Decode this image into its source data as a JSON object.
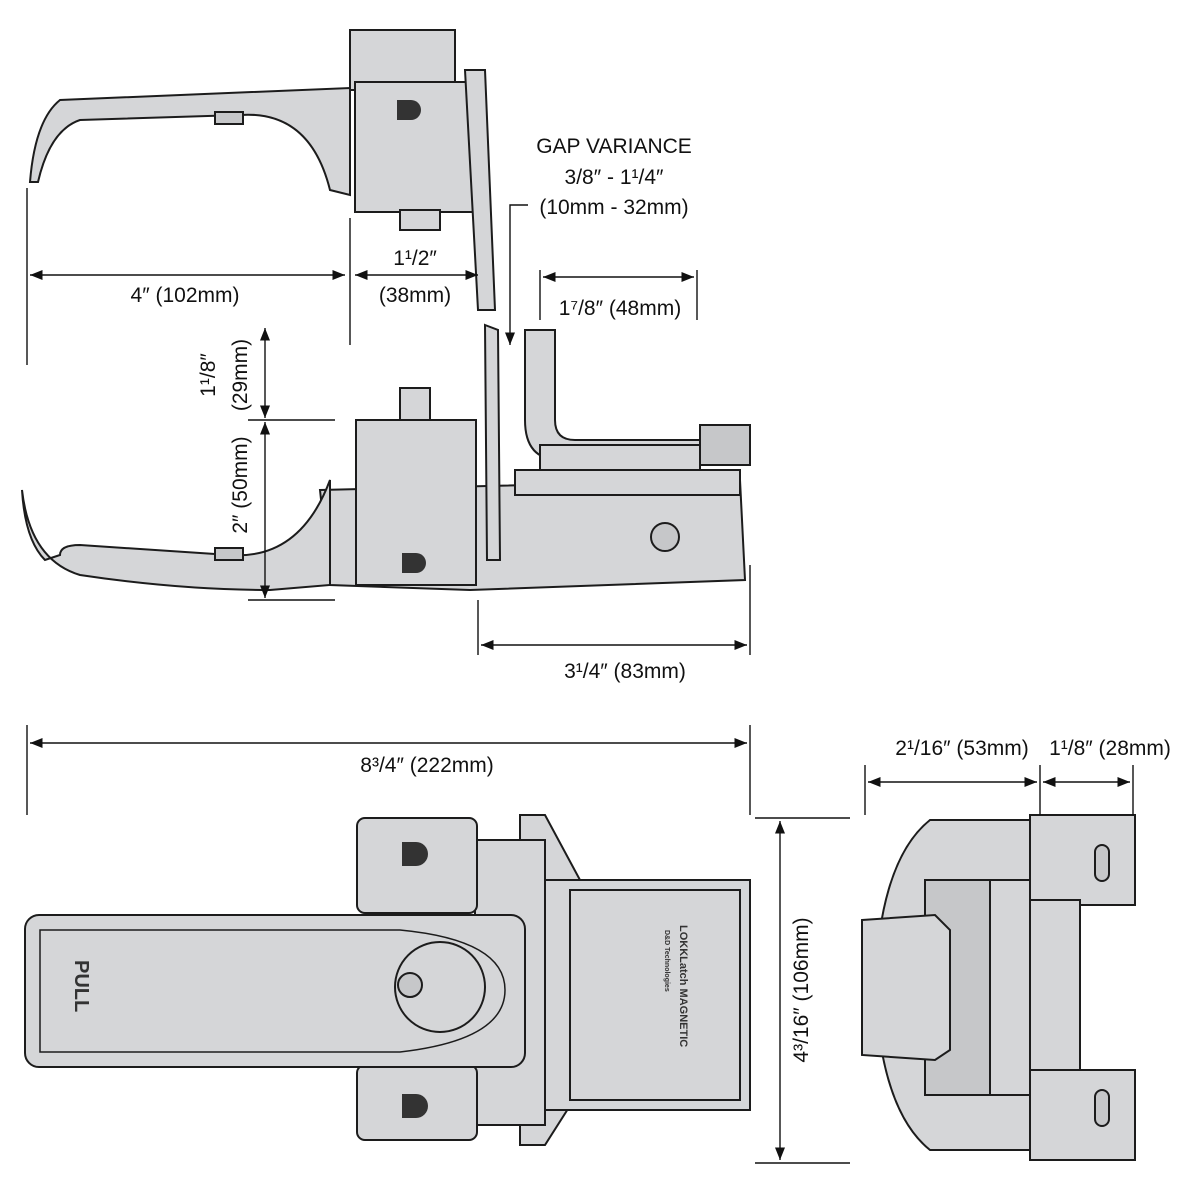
{
  "gap_variance": {
    "title": "GAP VARIANCE",
    "inch": "3/8″ - 1¹/4″",
    "mm": "(10mm - 32mm)"
  },
  "dimensions": {
    "handle_reach": "4″ (102mm)",
    "block_width_in": "1¹/2″",
    "block_width_mm": "(38mm)",
    "keeper_width": "1⁷/8″ (48mm)",
    "clearance_in": "1¹/8″",
    "clearance_mm": "(29mm)",
    "handle_height": "2″ (50mm)",
    "body_length": "3¹/4″ (83mm)",
    "overall_length": "8³/4″ (222mm)",
    "side_depth": "2¹/16″ (53mm)",
    "side_keeper": "1¹/8″ (28mm)",
    "overall_height": "4³/16″ (106mm)"
  },
  "product": {
    "handle_text": "PULL",
    "brand": "LOKKLatch MAGNETIC",
    "maker": "D&D Technologies"
  }
}
